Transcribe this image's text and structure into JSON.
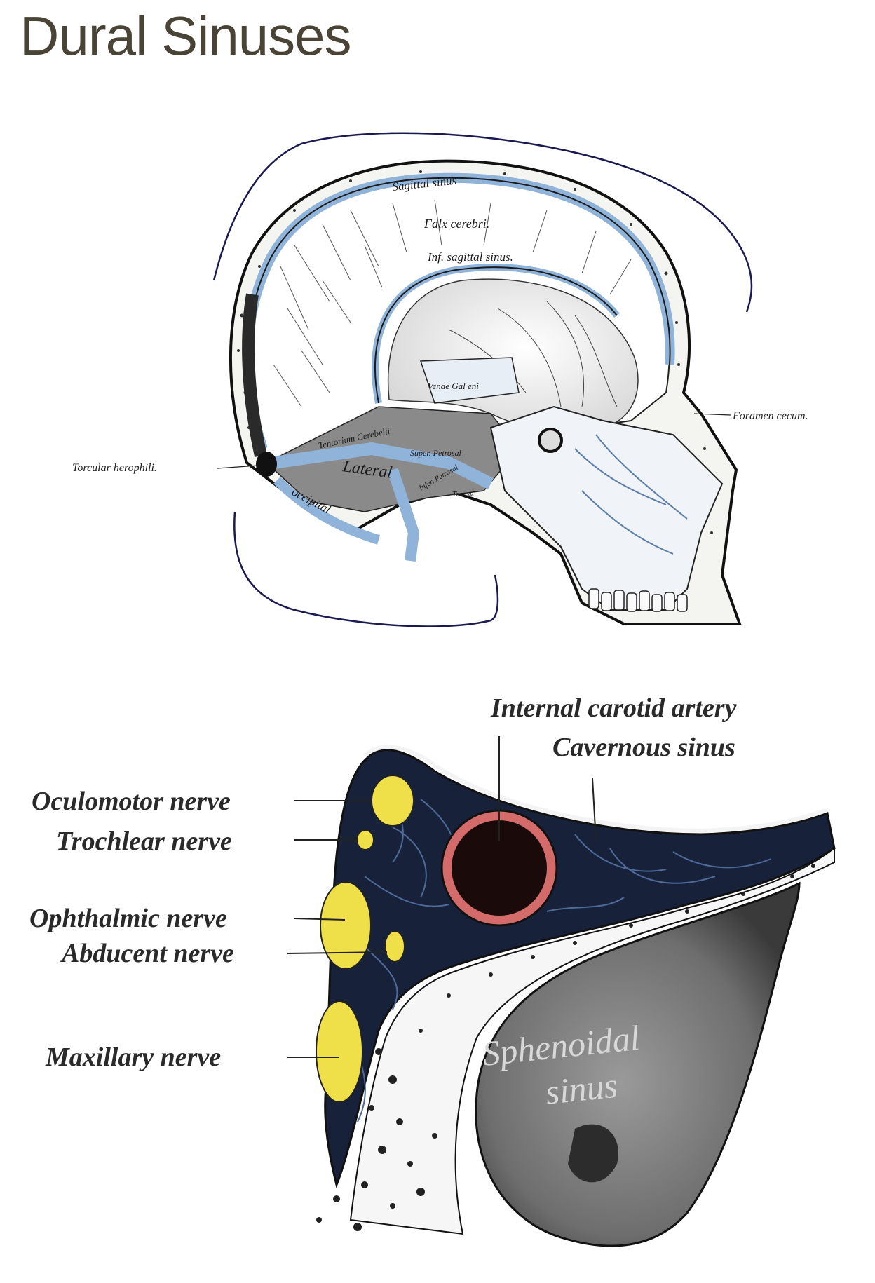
{
  "title": "Dural Sinuses",
  "sagittal": {
    "labels": {
      "sagittal_sinus": "Sagittal sinus",
      "falx_cerebri": "Falx cerebri.",
      "inf_sagittal": "Inf. sagittal sinus.",
      "venae_galeni": "Venae Gal eni",
      "tentorium": "Tentorium Cerebelli",
      "super_petrosal": "Super. Petrosal",
      "lateral": "Lateral",
      "occipital": "occipital",
      "infer_petrosal": "Infer. Petrosal",
      "transverse": "Transv.",
      "torcular": "Torcular herophili.",
      "foramen": "Foramen cecum."
    }
  },
  "cavernous": {
    "labels": {
      "internal_carotid": "Internal carotid artery",
      "cavernous_sinus": "Cavernous sinus",
      "oculomotor": "Oculomotor nerve",
      "trochlear": "Trochlear nerve",
      "ophthalmic": "Ophthalmic nerve",
      "abducent": "Abducent nerve",
      "maxillary": "Maxillary nerve",
      "sphenoidal_1": "Sphenoidal",
      "sphenoidal_2": "sinus"
    }
  }
}
